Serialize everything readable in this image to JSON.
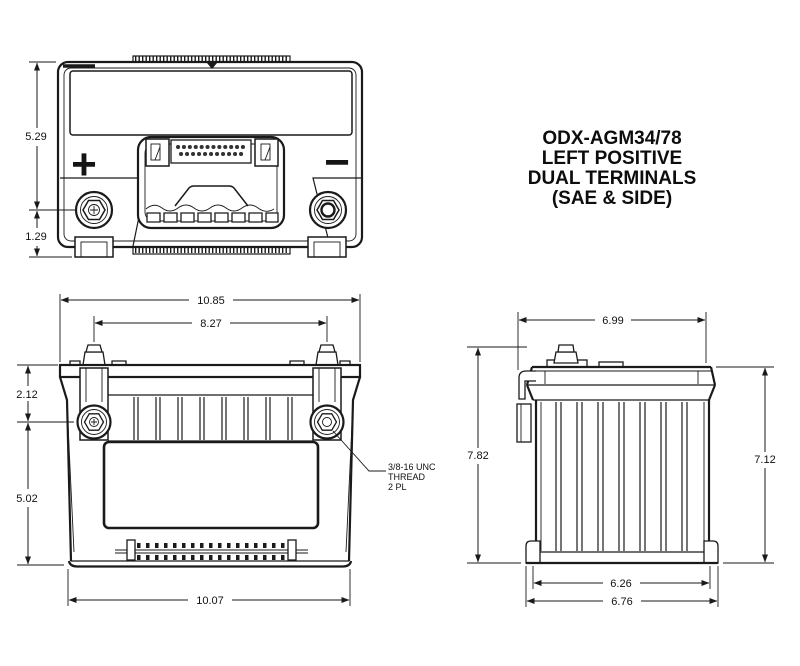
{
  "drawing": {
    "title_block": {
      "model": "ODX-AGM34/78",
      "line2": "LEFT POSITIVE",
      "line3": "DUAL TERMINALS",
      "line4": "(SAE & SIDE)"
    },
    "top_view": {
      "positive_marking": "+",
      "negative_marking": "−",
      "dims": {
        "cover_to_terminal_center": "5.29",
        "terminal_center_to_base": "1.29"
      }
    },
    "front_view": {
      "dims": {
        "overall_width": "10.85",
        "post_spacing": "8.27",
        "top_to_terminal_center": "2.12",
        "terminal_center_to_base": "5.02",
        "base_width": "10.07"
      },
      "thread_note": [
        "3/8-16 UNC",
        "THREAD",
        "2 PL"
      ]
    },
    "side_view": {
      "dims": {
        "overall_depth": "6.99",
        "overall_height": "7.82",
        "case_height": "7.12",
        "base_inner_depth": "6.26",
        "base_outer_depth": "6.76"
      }
    }
  }
}
